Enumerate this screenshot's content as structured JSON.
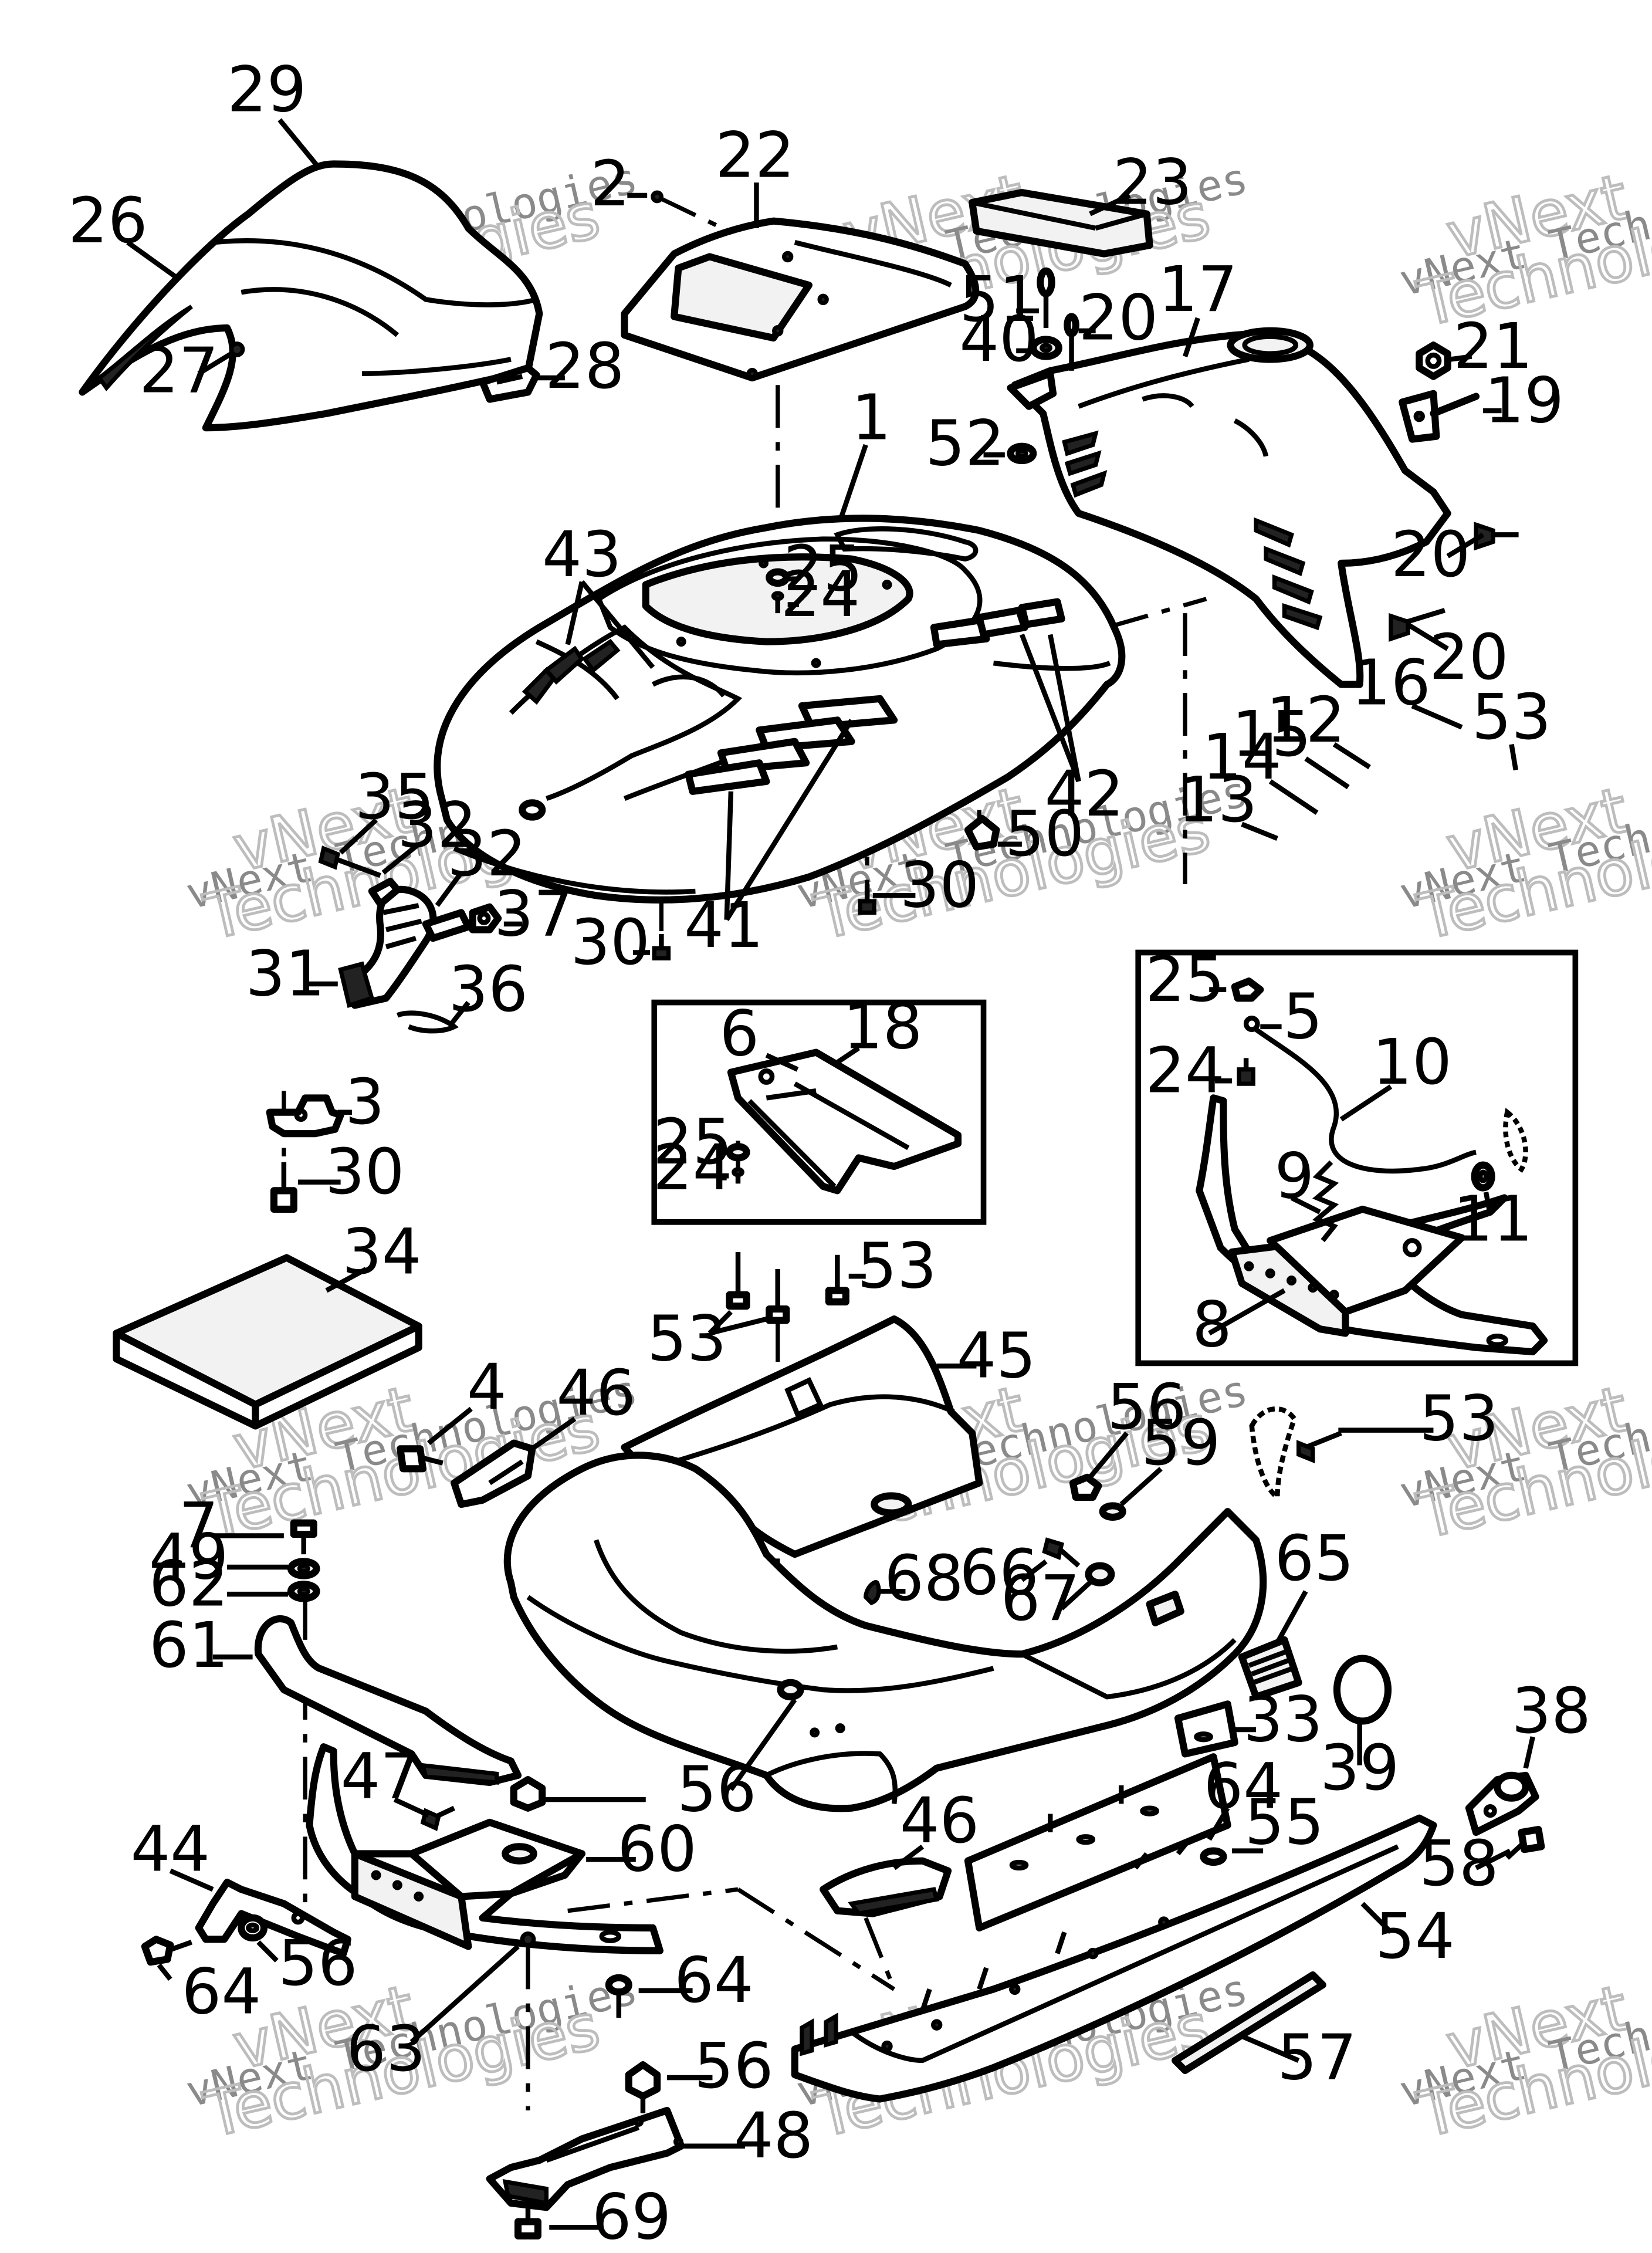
{
  "watermark": {
    "line1": "vNext",
    "line2": "vNext Technologies",
    "line3": "Technologies"
  },
  "callouts": [
    "29",
    "26",
    "27",
    "28",
    "2",
    "22",
    "23",
    "51",
    "20",
    "40",
    "17",
    "21",
    "19",
    "52",
    "1",
    "43",
    "25",
    "24",
    "20",
    "20",
    "42",
    "16",
    "53",
    "12",
    "15",
    "14",
    "13",
    "50",
    "41",
    "35",
    "32",
    "32",
    "37",
    "31",
    "36",
    "30",
    "30",
    "3",
    "30",
    "6",
    "18",
    "25",
    "24",
    "25",
    "5",
    "24",
    "10",
    "9",
    "11",
    "8",
    "34",
    "53",
    "53",
    "45",
    "4",
    "46",
    "56",
    "59",
    "53",
    "7",
    "49",
    "62",
    "61",
    "66",
    "67",
    "68",
    "65",
    "33",
    "39",
    "56",
    "47",
    "60",
    "44",
    "64",
    "56",
    "64",
    "63",
    "64",
    "46",
    "55",
    "54",
    "38",
    "58",
    "57",
    "56",
    "48",
    "69"
  ]
}
